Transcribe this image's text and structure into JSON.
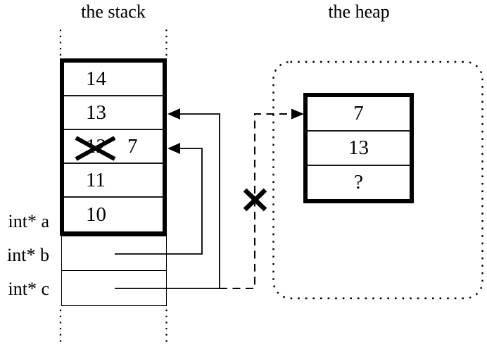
{
  "stack": {
    "title": "the stack",
    "cells": [
      {
        "value": "14"
      },
      {
        "value": "13"
      },
      {
        "value": "12",
        "crossed_out": true,
        "new_value": "7"
      },
      {
        "value": "11"
      },
      {
        "value": "10"
      }
    ]
  },
  "heap": {
    "title": "the heap",
    "cells": [
      {
        "value": "7"
      },
      {
        "value": "13"
      },
      {
        "value": "?"
      }
    ]
  },
  "pointer_labels": [
    {
      "name": "int* a"
    },
    {
      "name": "int* b"
    },
    {
      "name": "int* c"
    }
  ],
  "colors": {
    "ink": "#000000",
    "background": "#ffffff"
  }
}
